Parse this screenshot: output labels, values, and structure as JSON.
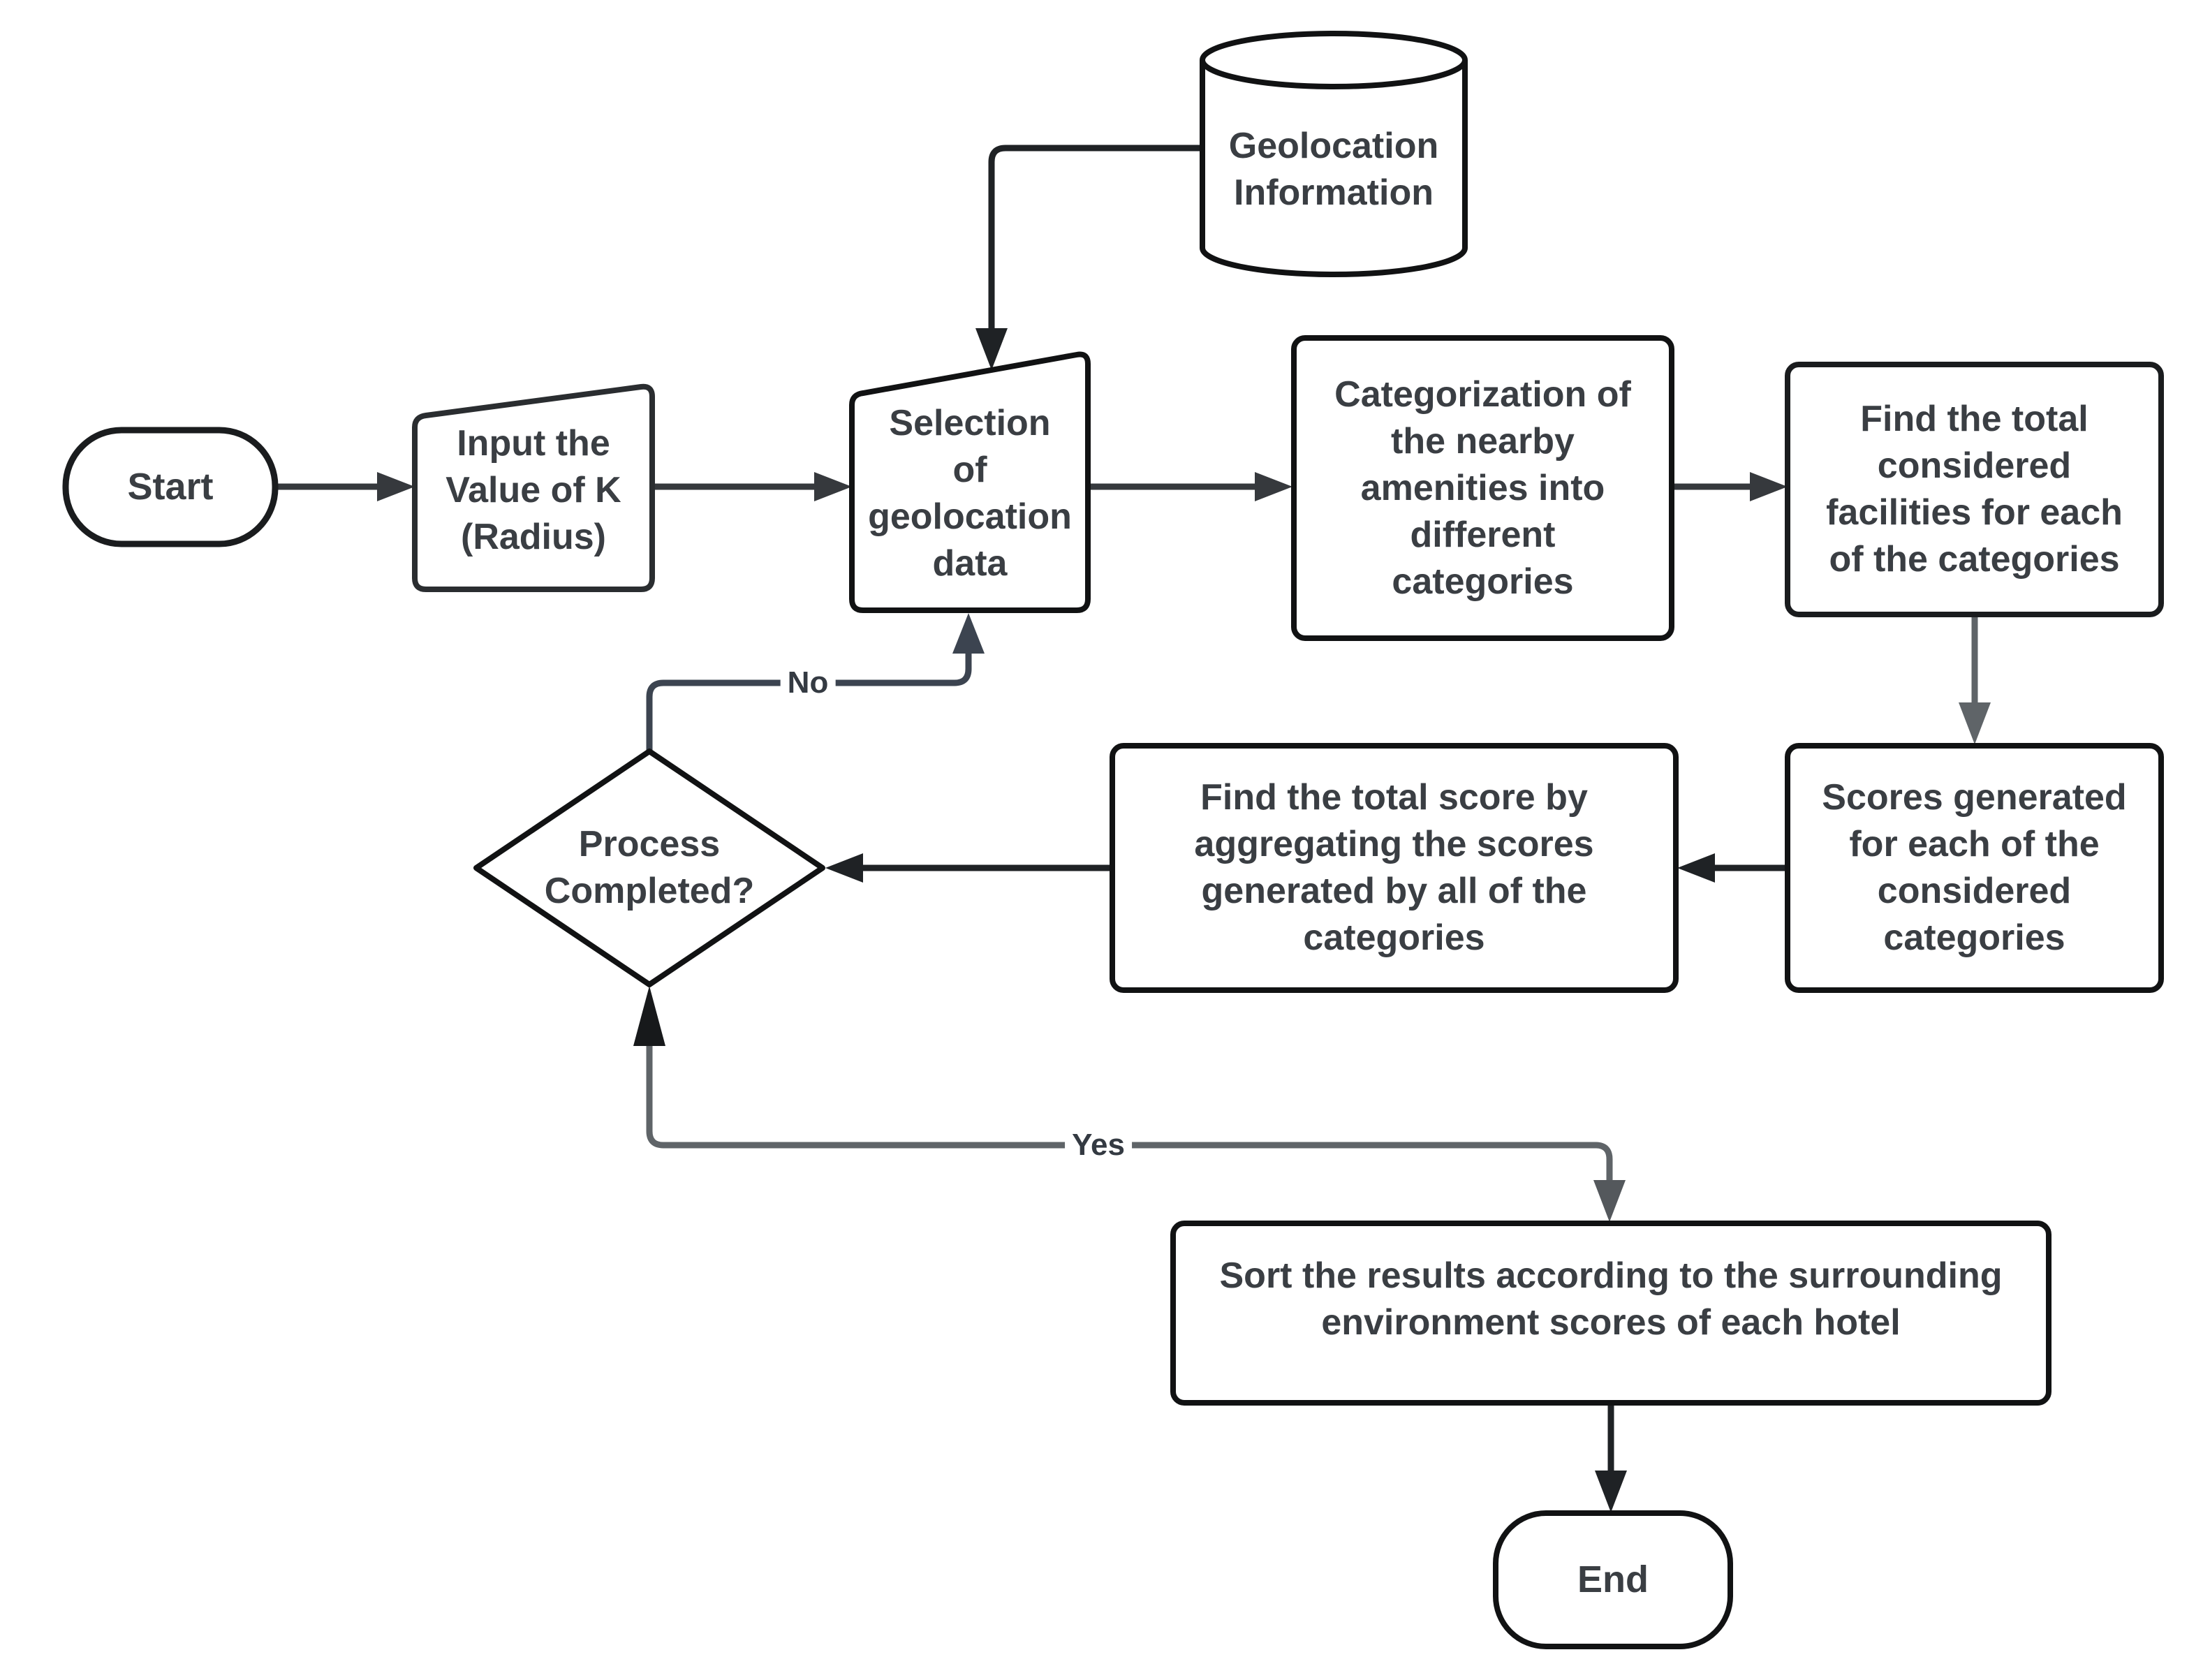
{
  "canvas": {
    "background": "#ffffff"
  },
  "palette": {
    "node_fill": "#ffffff",
    "node_border": "#1a1c1e",
    "text": "#3a3e43",
    "edge_dark": "#36393d",
    "edge_black": "#1f2225",
    "edge_slate": "#3c4450",
    "edge_gray": "#5f6468"
  },
  "nodes": {
    "start": {
      "type": "terminator",
      "label": "Start"
    },
    "input_k": {
      "type": "manual-input",
      "label": "Input the\nValue of K\n(Radius)"
    },
    "geo_db": {
      "type": "database",
      "label": "Geolocation\nInformation"
    },
    "selection": {
      "type": "manual-input",
      "label": "Selection\nof\ngeolocation\ndata"
    },
    "categorization": {
      "type": "process",
      "label": "Categorization of\nthe nearby\namenities into\ndifferent\ncategories"
    },
    "facilities": {
      "type": "process",
      "label": "Find the total\nconsidered\nfacilities for each\nof the categories"
    },
    "scores": {
      "type": "process",
      "label": "Scores generated\nfor each of the\nconsidered\ncategories"
    },
    "aggregate": {
      "type": "process",
      "label": "Find the total score by\naggregating the scores\ngenerated by all of the\ncategories"
    },
    "decision": {
      "type": "decision",
      "label": "Process\nCompleted?"
    },
    "sort": {
      "type": "process",
      "label": "Sort the results according to the surrounding\nenvironment scores of each hotel"
    },
    "end": {
      "type": "terminator",
      "label": "End"
    }
  },
  "edges": [
    {
      "from": "start",
      "to": "input_k"
    },
    {
      "from": "input_k",
      "to": "selection"
    },
    {
      "from": "geo_db",
      "to": "selection"
    },
    {
      "from": "selection",
      "to": "categorization"
    },
    {
      "from": "categorization",
      "to": "facilities"
    },
    {
      "from": "facilities",
      "to": "scores"
    },
    {
      "from": "scores",
      "to": "aggregate"
    },
    {
      "from": "aggregate",
      "to": "decision"
    },
    {
      "from": "decision",
      "to": "selection",
      "label": "No"
    },
    {
      "from": "decision",
      "to": "sort",
      "label": "Yes"
    },
    {
      "from": "sort",
      "to": "end"
    }
  ]
}
